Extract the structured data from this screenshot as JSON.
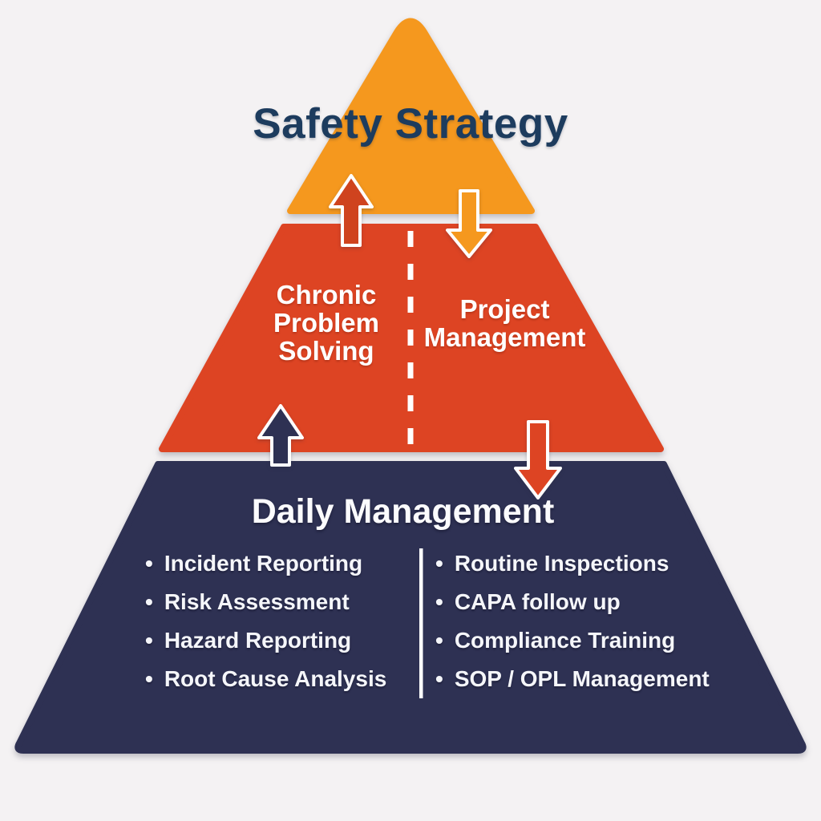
{
  "diagram": {
    "title": "Safety Strategy",
    "middle_tier": {
      "left_label": "Chronic Problem Solving",
      "right_label": "Project Management"
    },
    "bottom_tier": {
      "heading": "Daily Management",
      "left_items": [
        "Incident Reporting",
        "Risk Assessment",
        "Hazard Reporting",
        "Root Cause Analysis"
      ],
      "right_items": [
        "Routine Inspections",
        "CAPA follow up",
        "Compliance Training",
        "SOP / OPL Management"
      ]
    }
  },
  "colors": {
    "background": "#f4f2f3",
    "top_tier": "#f5981e",
    "middle_tier": "#dd4423",
    "bottom_tier": "#2e3153",
    "title_text": "#1d3c5e",
    "light_text": "#ffffff",
    "arrow_up_red": "#cf431e",
    "arrow_down_orange": "#f5981e",
    "arrow_up_navy": "#2e3153",
    "arrow_down_red": "#dd4423",
    "divider": "#ffffff",
    "arrow_outline": "#ffffff"
  }
}
